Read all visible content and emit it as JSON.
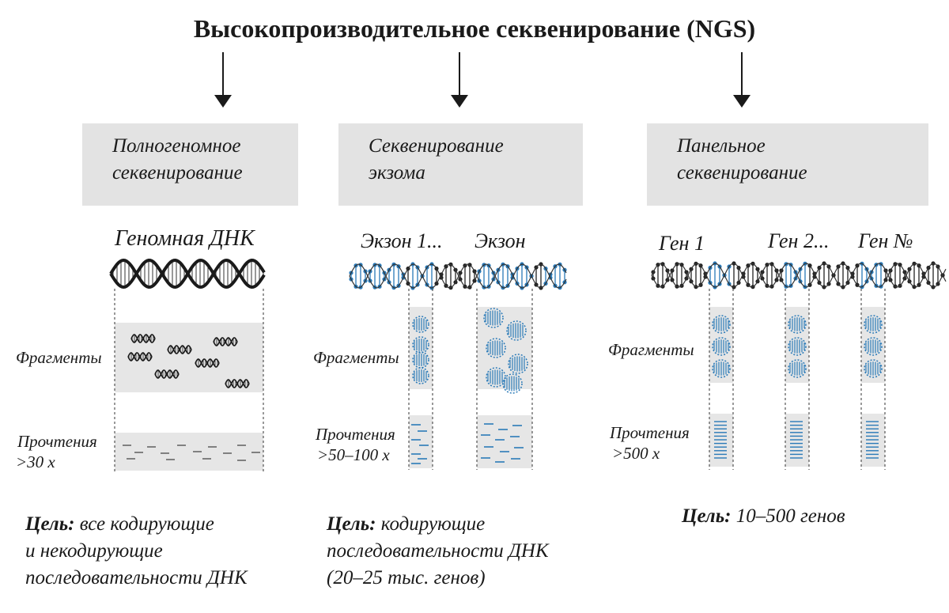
{
  "title": "Высокопроизводительное секвенирование (NGS)",
  "methods": [
    {
      "line1": "Полногеномное",
      "line2": "секвенирование"
    },
    {
      "line1": "Секвенирование",
      "line2": "экзома"
    },
    {
      "line1": "Панельное",
      "line2": "секвенирование"
    }
  ],
  "col1": {
    "dna_label": "Геномная ДНК",
    "fragments": "Фрагменты",
    "reads_line1": "Прочтения",
    "reads_line2": ">30 х"
  },
  "col2": {
    "exon1": "Экзон 1...",
    "exon2": "Экзон",
    "fragments": "Фрагменты",
    "reads_line1": "Прочтения",
    "reads_line2": ">50–100 х"
  },
  "col3": {
    "gene1": "Ген 1",
    "gene2": "Ген 2...",
    "geneN": "Ген №",
    "fragments": "Фрагменты",
    "reads_line1": "Прочтения",
    "reads_line2": ">500 х"
  },
  "goals": [
    {
      "key": "Цель:",
      "line1": "все кодирующие",
      "line2": "и некодирующие",
      "line3": "последовательности ДНК"
    },
    {
      "key": "Цель:",
      "line1": "кодирующие",
      "line2": "последовательности ДНК",
      "line3": "(20–25 тыс. генов)"
    },
    {
      "key": "Цель:",
      "line1": "10–500 генов"
    }
  ],
  "colors": {
    "box": "#e3e3e3",
    "region": "#e6e6e6",
    "blue": "#2a7ab8",
    "dark": "#1a1a1a"
  }
}
